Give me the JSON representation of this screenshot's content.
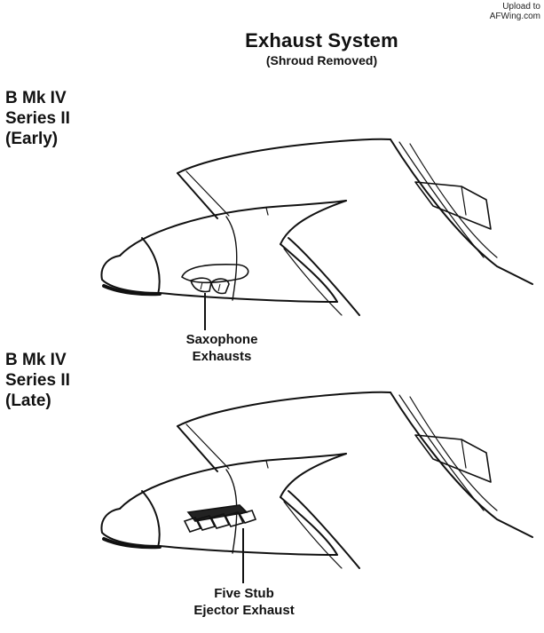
{
  "watermark": {
    "line1": "Upload to",
    "line2": "AFWing.com"
  },
  "header": {
    "title": "Exhaust System",
    "subtitle": "(Shroud Removed)"
  },
  "early_variant": {
    "line1": "B Mk IV",
    "line2": "Series II",
    "line3": "(Early)",
    "callout_line1": "Saxophone",
    "callout_line2": "Exhausts"
  },
  "late_variant": {
    "line1": "B Mk IV",
    "line2": "Series II",
    "line3": "(Late)",
    "callout_line1": "Five Stub",
    "callout_line2": "Ejector Exhaust"
  },
  "colors": {
    "ink": "#111111",
    "background": "#ffffff"
  }
}
